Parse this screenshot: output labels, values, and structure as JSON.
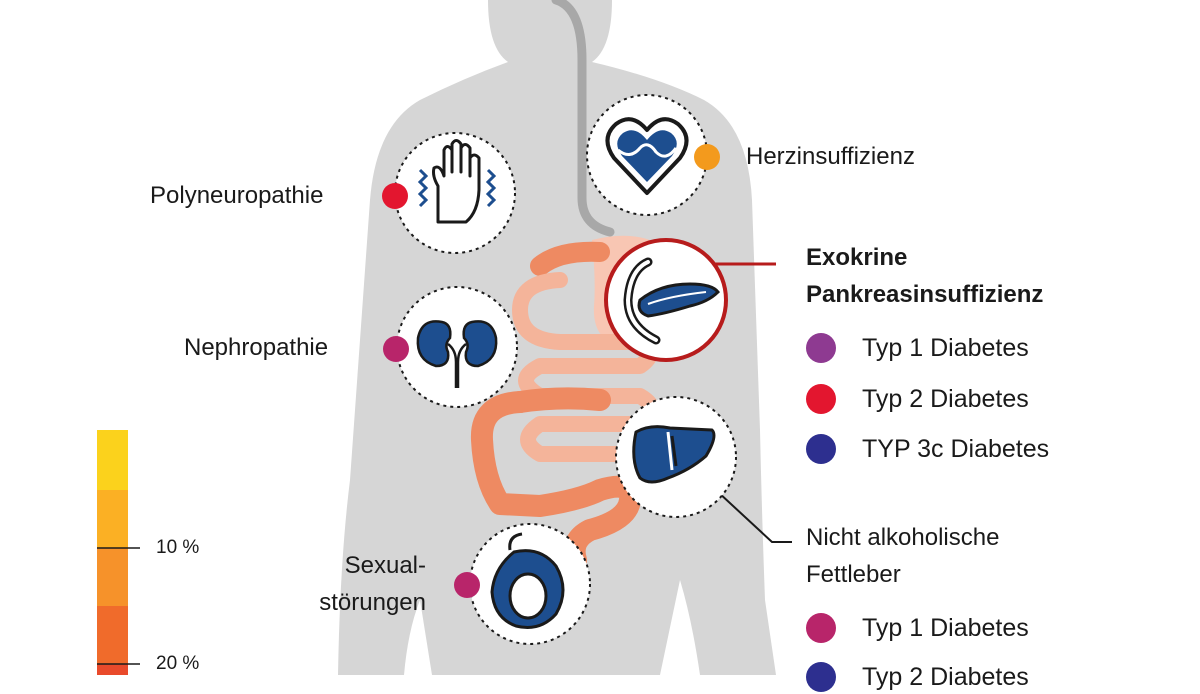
{
  "colors": {
    "body": "#d6d6d6",
    "body_dark": "#bdbdbd",
    "intestine": "#ee8a62",
    "intestine_light": "#f4b49a",
    "stomach": "#f8c6b3",
    "icon_blue": "#1d4e8f",
    "pancreas_ring": "#b71c1c",
    "herz": "#f39a1d",
    "polyneuropathie": "#e3162f",
    "nephropathie": "#b8256a",
    "sexual": "#b8256a",
    "typ1": "#8e3a91",
    "typ2": "#e3162f",
    "typ3c": "#2d2f8f",
    "typ1_leber": "#b8256a",
    "typ2_leber": "#2d2f8f",
    "scale": [
      "#fbd21c",
      "#fbb024",
      "#f6922a",
      "#f06b2b",
      "#e94a2b"
    ]
  },
  "conditions": {
    "herz": {
      "label": "Herzinsuffizienz",
      "icon": "heart-icon"
    },
    "poly": {
      "label": "Polyneuropathie",
      "icon": "hand-icon"
    },
    "nephro": {
      "label": "Nephropathie",
      "icon": "kidneys-icon"
    },
    "sexual": {
      "line1": "Sexual-",
      "line2": "störungen",
      "icon": "testis-icon"
    },
    "pankreas": {
      "line1": "Exokrine",
      "line2": "Pankreasinsuffizienz",
      "icon": "pancreas-icon"
    },
    "leber": {
      "line1": "Nicht alkoholische",
      "line2": "Fettleber",
      "icon": "liver-icon"
    }
  },
  "legend_pankreas": [
    "Typ 1 Diabetes",
    "Typ 2 Diabetes",
    "TYP 3c Diabetes"
  ],
  "legend_leber": [
    "Typ 1 Diabetes",
    "Typ 2 Diabetes"
  ],
  "scale": {
    "tick_10": "10 %",
    "tick_20": "20 %"
  }
}
